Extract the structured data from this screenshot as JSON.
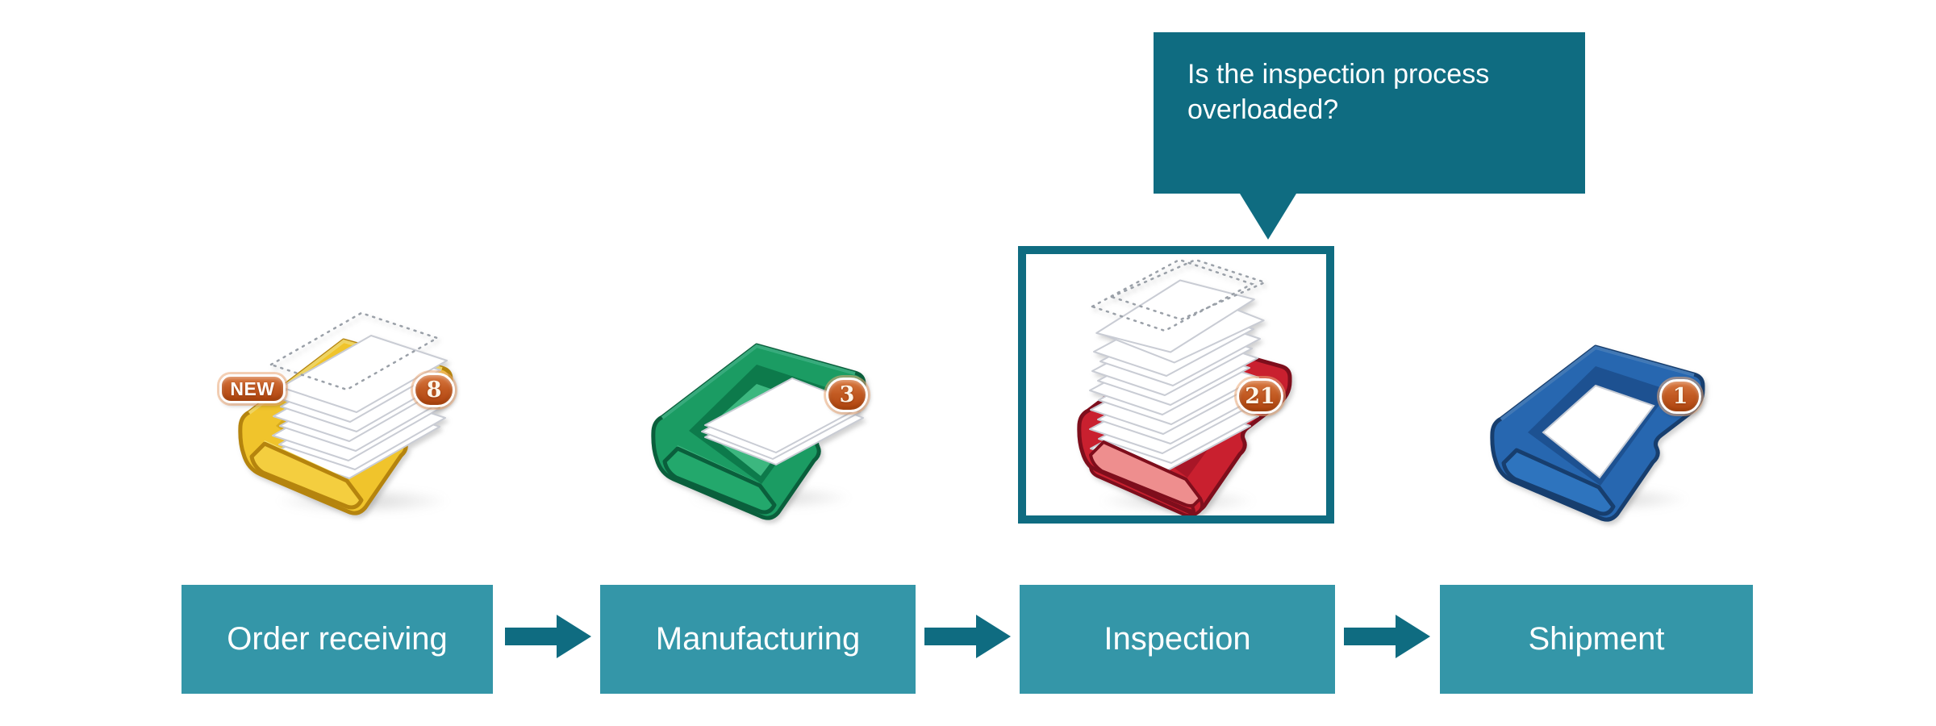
{
  "callout": {
    "text": "Is the inspection process overloaded?"
  },
  "stages": [
    {
      "label": "Order receiving",
      "badge_count": "8",
      "new_badge": "NEW",
      "tray": "yellow-tray-with-paper-stack-and-incoming-sheet"
    },
    {
      "label": "Manufacturing",
      "badge_count": "3",
      "tray": "green-tray-with-three-sheets"
    },
    {
      "label": "Inspection",
      "badge_count": "21",
      "tray": "red-tray-with-overflowing-paper-stack",
      "highlighted": true
    },
    {
      "label": "Shipment",
      "badge_count": "1",
      "tray": "blue-tray-with-single-sheet"
    }
  ],
  "colors": {
    "callout_teal": "#0f6c81",
    "stage_box_teal": "#3496a8",
    "arrow_teal": "#0f6c81",
    "highlight_border_teal": "#0f6c81",
    "badge_orange": "#c25a22",
    "tray_yellow": "#f0c42c",
    "tray_green": "#1b9c63",
    "tray_red": "#c9202f",
    "tray_blue": "#2767b0"
  }
}
